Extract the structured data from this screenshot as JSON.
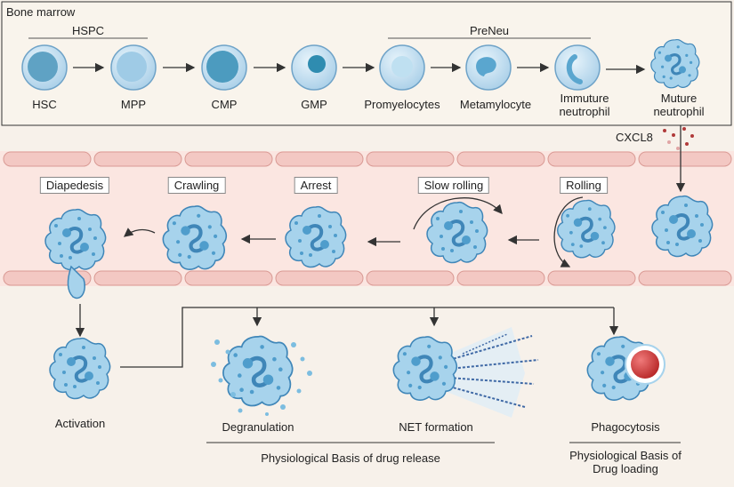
{
  "bone_marrow": {
    "title": "Bone marrow",
    "group_hspc": "HSPC",
    "group_preneu": "PreNeu",
    "stages": [
      "HSC",
      "MPP",
      "CMP",
      "GMP",
      "Promyelocytes",
      "Metamylocyte",
      "Immuture neutrophil",
      "Muture neutrophil"
    ]
  },
  "chemokine": "CXCL8",
  "vessel": {
    "steps": [
      "Diapedesis",
      "Crawling",
      "Arrest",
      "Slow rolling",
      "Rolling"
    ]
  },
  "functions": {
    "activation": "Activation",
    "degranulation": "Degranulation",
    "net_formation": "NET formation",
    "phagocytosis": "Phagocytosis",
    "basis_release": "Physiological Basis of drug release",
    "basis_loading": "Physiological Basis of Drug loading"
  },
  "colors": {
    "cell_fill": "#a7d3ec",
    "cell_stroke": "#3f86b8",
    "nucleus": "#4f9dcc",
    "endothelium": "#f3c8c3",
    "vessel_bg": "#fbe6e1",
    "bacterium": "#d23b3b",
    "chemokine_dots": "#b03a3a"
  }
}
